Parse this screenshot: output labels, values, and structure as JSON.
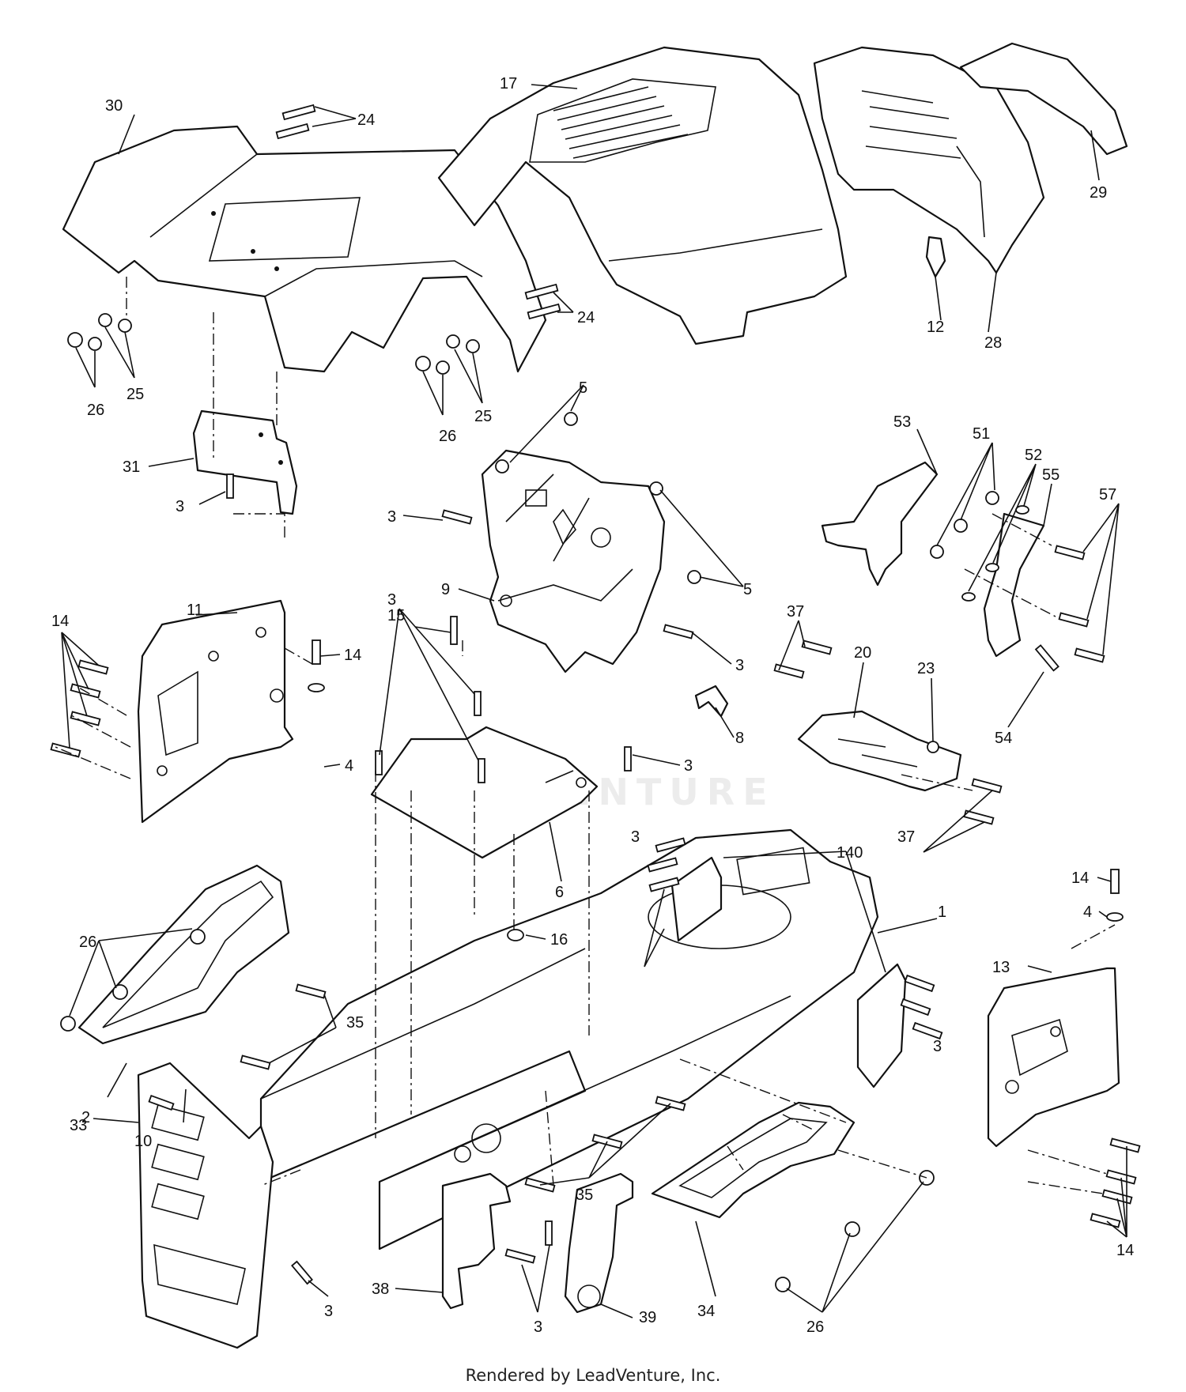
{
  "footer_text": "Rendered by LeadVenture, Inc.",
  "watermark_text": "LEADVENTURE",
  "callouts": {
    "c30": "30",
    "c24a": "24",
    "c24b": "24",
    "c17": "17",
    "c29": "29",
    "c12": "12",
    "c28": "28",
    "c26a": "26",
    "c25a": "25",
    "c26b": "26",
    "c25b": "25",
    "c5a": "5",
    "c5b": "5",
    "c31": "31",
    "c3a": "3",
    "c3b": "3",
    "c9": "9",
    "c53": "53",
    "c51": "51",
    "c52": "52",
    "c55": "55",
    "c57": "57",
    "c14a": "14",
    "c11": "11",
    "c14b": "14",
    "c4a": "4",
    "c15": "15",
    "c3c": "3",
    "c37a": "37",
    "c20": "20",
    "c23": "23",
    "c54": "54",
    "c3d": "3",
    "c8": "8",
    "c3e": "3",
    "c37b": "37",
    "c6": "6",
    "c3f": "3",
    "c140": "140",
    "c1": "1",
    "c14c": "14",
    "c4b": "4",
    "c13": "13",
    "c16": "16",
    "c26c": "26",
    "c35a": "35",
    "c3g": "3",
    "c33": "33",
    "c10": "10",
    "c35b": "35",
    "c2": "2",
    "c3h": "3",
    "c38": "38",
    "c3i": "3",
    "c39": "39",
    "c34": "34",
    "c26d": "26",
    "c14d": "14"
  }
}
